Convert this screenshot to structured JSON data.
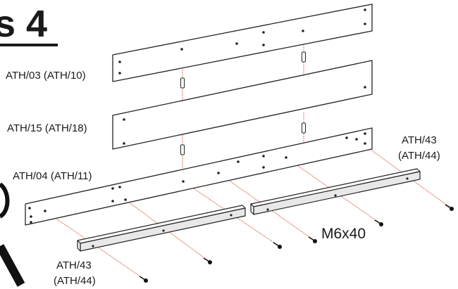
{
  "step": {
    "label": "s 4"
  },
  "labels": {
    "board_top": "ATH/03 (ATH/10)",
    "board_middle": "ATH/15 (ATH/18)",
    "board_bottom": "ATH/04 (ATH/11)",
    "bar_right_line1": "ATH/43",
    "bar_right_line2": "(ATH/44)",
    "bar_left_line1": "ATH/43",
    "bar_left_line2": "(ATH/44)",
    "bolt_size": "M6x40"
  },
  "colors": {
    "guide_line": "#e0705a",
    "outline": "#222222"
  }
}
